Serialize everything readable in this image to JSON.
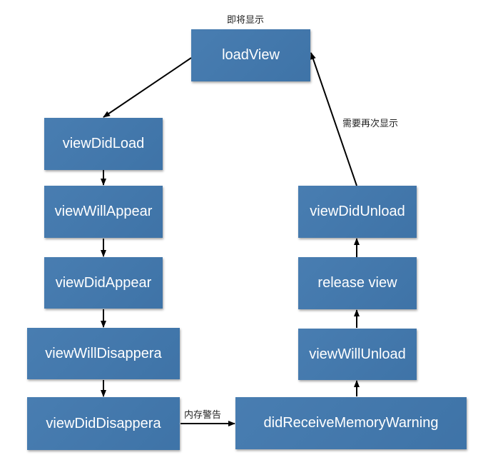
{
  "diagram": {
    "nodes": {
      "load_view": "loadView",
      "view_did_load": "viewDidLoad",
      "view_will_appear": "viewWillAppear",
      "view_did_appear": "viewDidAppear",
      "view_will_disappear": "viewWillDisappera",
      "view_did_disappear": "viewDidDisappera",
      "did_receive_memory_warning": "didReceiveMemoryWarning",
      "view_will_unload": "viewWillUnload",
      "release_view": "release view",
      "view_did_unload": "viewDidUnload"
    },
    "labels": {
      "about_to_show": "即将显示",
      "memory_warning": "内存警告",
      "need_show_again": "需要再次显示"
    },
    "edges": [
      {
        "from": "loadView",
        "to": "viewDidLoad"
      },
      {
        "from": "viewDidLoad",
        "to": "viewWillAppear"
      },
      {
        "from": "viewWillAppear",
        "to": "viewDidAppear"
      },
      {
        "from": "viewDidAppear",
        "to": "viewWillDisappera"
      },
      {
        "from": "viewWillDisappera",
        "to": "viewDidDisappera"
      },
      {
        "from": "viewDidDisappera",
        "to": "didReceiveMemoryWarning",
        "label": "内存警告"
      },
      {
        "from": "didReceiveMemoryWarning",
        "to": "viewWillUnload"
      },
      {
        "from": "viewWillUnload",
        "to": "release view"
      },
      {
        "from": "release view",
        "to": "viewDidUnload"
      },
      {
        "from": "viewDidUnload",
        "to": "loadView",
        "label": "需要再次显示"
      }
    ],
    "colors": {
      "node_fill": "#4178ae",
      "node_text": "#ffffff",
      "arrow": "#000000"
    }
  }
}
